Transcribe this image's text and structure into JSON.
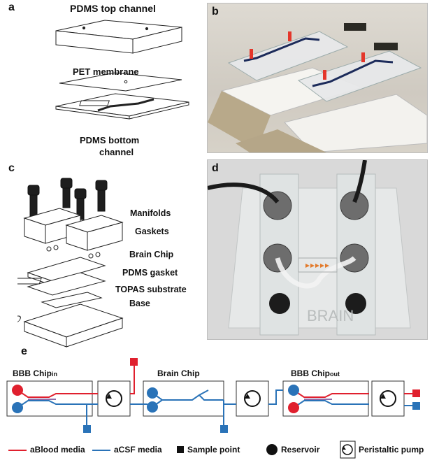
{
  "panels": {
    "a": {
      "letter": "a",
      "labels": {
        "top": "PDMS top channel",
        "membrane": "PET membrane",
        "bottom_line1": "PDMS bottom",
        "bottom_line2": "channel"
      }
    },
    "b": {
      "letter": "b"
    },
    "c": {
      "letter": "c",
      "labels": [
        "Manifolds",
        "Gaskets",
        "Brain Chip",
        "PDMS gasket",
        "TOPAS substrate",
        "Base"
      ]
    },
    "d": {
      "letter": "d",
      "engraved_text": "BRAIN"
    },
    "e": {
      "letter": "e",
      "chip_labels": {
        "bbb_in_main": "BBB Chip",
        "bbb_in_sub": "in",
        "brain": "Brain Chip",
        "bbb_out_main": "BBB Chip",
        "bbb_out_sub": "out"
      },
      "legend": {
        "ablood": "aBlood media",
        "acsf": "aCSF media",
        "sample": "Sample point",
        "reservoir": "Reservoir",
        "pump": "Peristaltic pump"
      }
    }
  },
  "colors": {
    "blood": "#e0202e",
    "csf": "#2a73b8",
    "sample_blue": "#2a73b8",
    "sample_red": "#e0202e"
  }
}
